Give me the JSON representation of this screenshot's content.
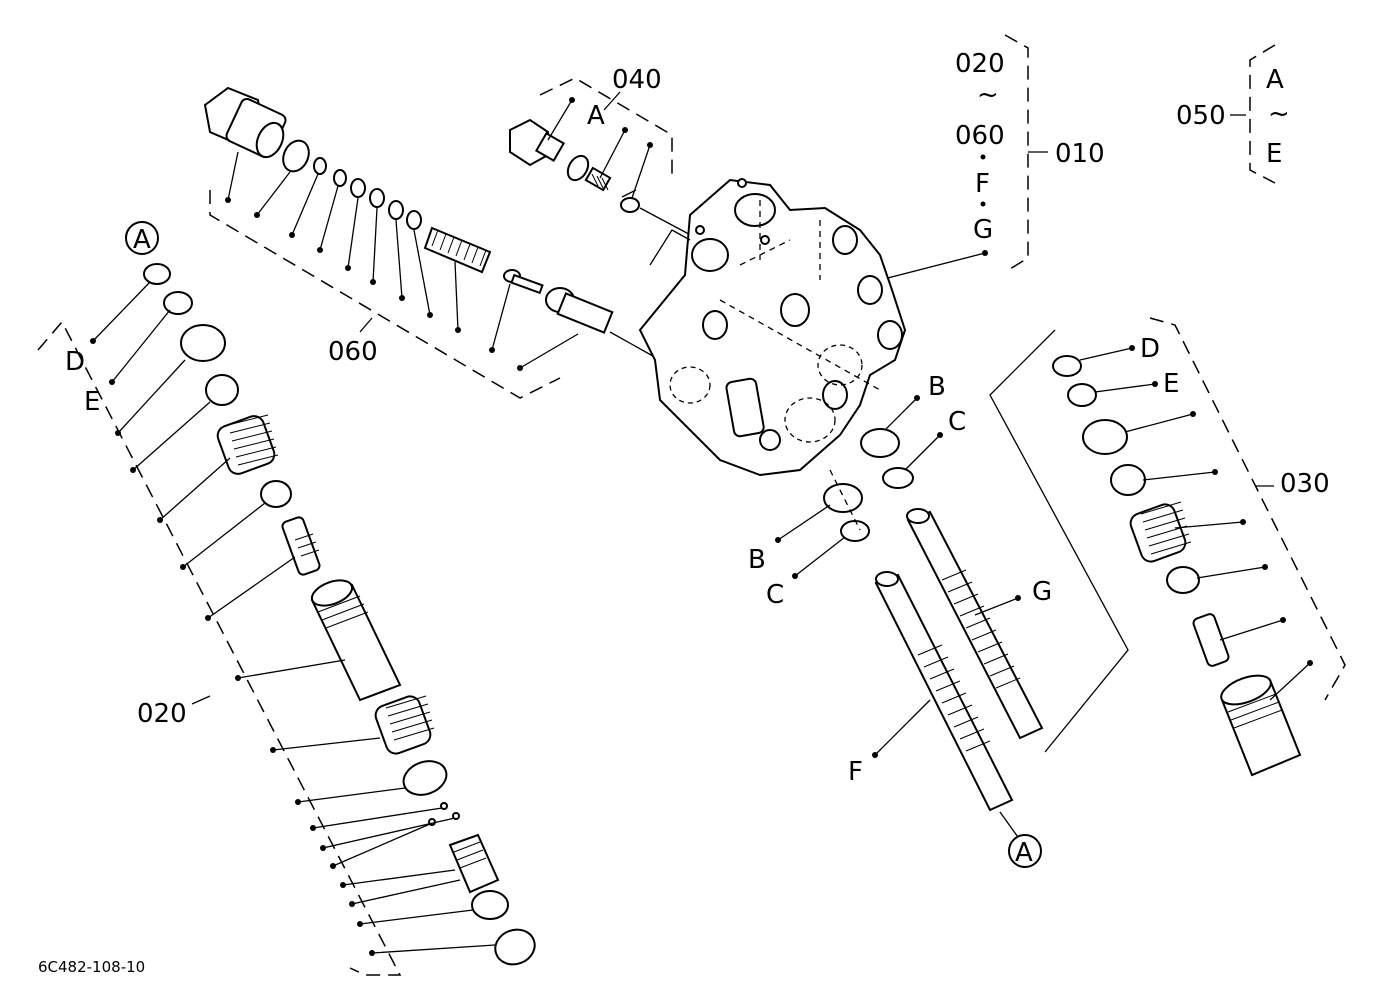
{
  "labels": {
    "l_020_top": "020",
    "tilde_1": "~",
    "l_060_top": "060",
    "l_F_top": "F",
    "l_G_top": "G",
    "l_010": "010",
    "l_050": "050",
    "l_A_050": "A",
    "tilde_2": "~",
    "l_E_050": "E",
    "l_040": "040",
    "l_A_040": "A",
    "l_060": "060",
    "l_A_circle_left": "A",
    "l_D_left": "D",
    "l_E_left": "E",
    "l_020": "020",
    "l_B_upper": "B",
    "l_C_upper": "C",
    "l_B_lower": "B",
    "l_C_lower": "C",
    "l_G": "G",
    "l_F": "F",
    "l_A_circle_bottom": "A",
    "l_D_right": "D",
    "l_E_right": "E",
    "l_030": "030"
  },
  "drawing_code": "6C482-108-10"
}
